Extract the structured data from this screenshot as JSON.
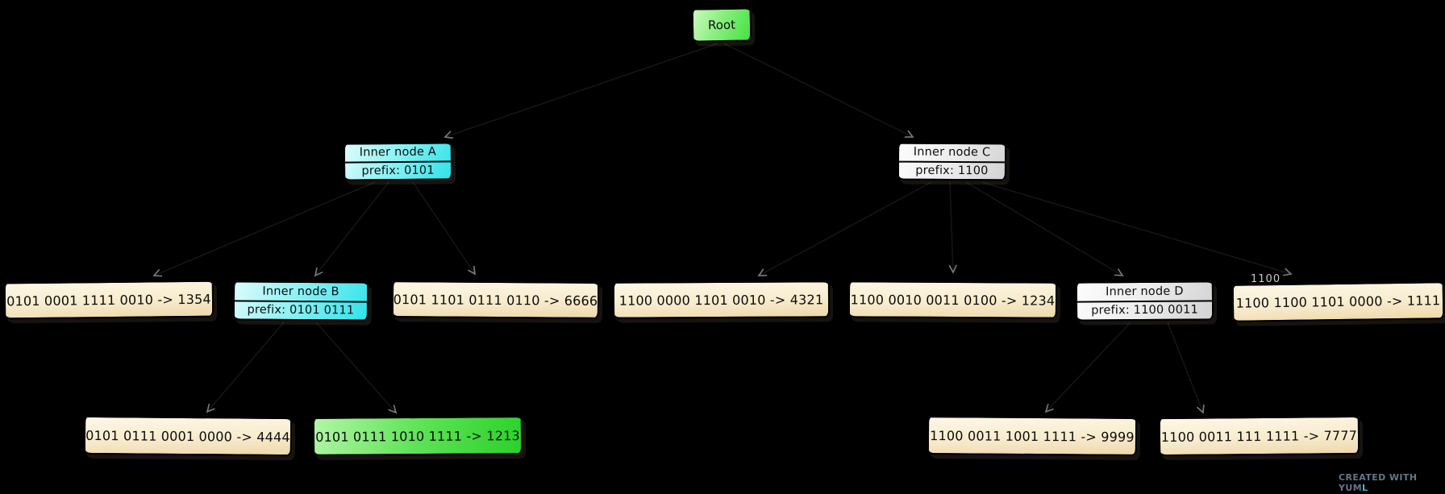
{
  "diagram": {
    "root": {
      "label": "Root"
    },
    "inner_nodes": {
      "a": {
        "title": "Inner node A",
        "prefix": "prefix: 0101"
      },
      "b": {
        "title": "Inner node B",
        "prefix": "prefix: 0101 0111"
      },
      "c": {
        "title": "Inner node C",
        "prefix": "prefix: 1100"
      },
      "d": {
        "title": "Inner node D",
        "prefix": "prefix: 1100 0011"
      }
    },
    "leaves": {
      "l1354": {
        "label": "0101 0001 1111 0010 -> 1354"
      },
      "l6666": {
        "label": "0101 1101 0111 0110 -> 6666"
      },
      "l4321": {
        "label": "1100 0000 1101 0010 -> 4321"
      },
      "l1234": {
        "label": "1100 0010 0011 0100 -> 1234"
      },
      "l1111": {
        "label": "1100 1100 1101 0000 -> 1111"
      },
      "l4444": {
        "label": "0101 0111 0001 0000 -> 4444"
      },
      "l1213": {
        "label": "0101 0111 1010 1111 -> 1213"
      },
      "l9999": {
        "label": "1100 0011 1001 1111 -> 9999"
      },
      "l7777": {
        "label": "1100 0011 111 1111 -> 7777"
      }
    },
    "partial_edge_label": "1100",
    "watermark": {
      "main": "CREATED WITH YUM",
      "accent": "L"
    },
    "colors": {
      "background": "#000000",
      "root_fill": "#52e24e",
      "inner_cyan_fill": "#35e4ec",
      "inner_gray_fill": "#d9d9d9",
      "leaf_tan_fill": "#f0dab2",
      "leaf_green_fill": "#2fd32f",
      "edge_arrowhead": "#7d7d7d",
      "watermark_text": "#64768a",
      "watermark_accent": "#2fc1d6"
    }
  }
}
